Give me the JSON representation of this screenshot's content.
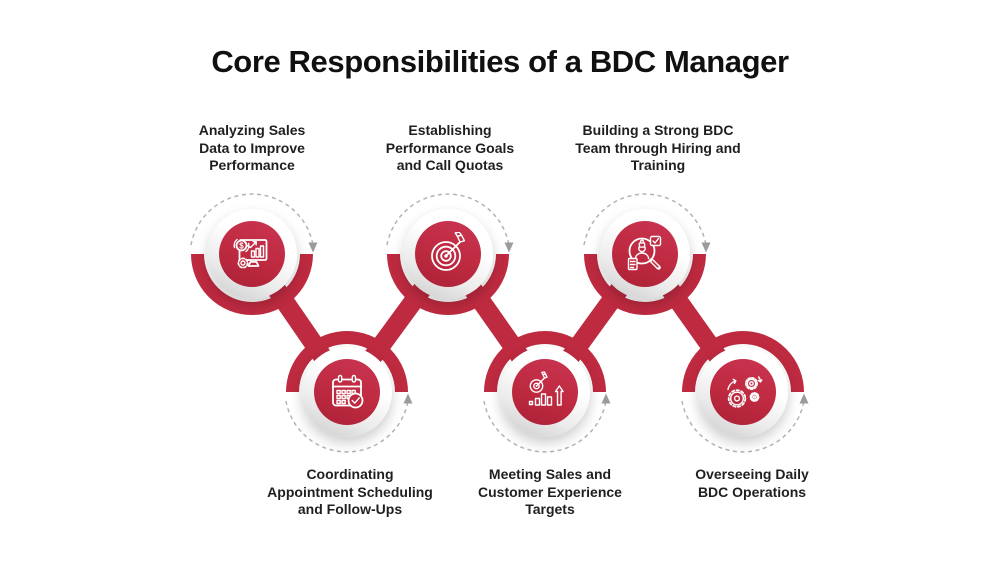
{
  "title": "Core Responsibilities of a BDC Manager",
  "colors": {
    "accent_red": "#BE2A40",
    "dashed_arc_gray": "#B3B3B3",
    "arrowhead_gray": "#9B9B9B",
    "text_dark": "#1F1F1F",
    "title_black": "#101010"
  },
  "nodes": [
    {
      "id": "analyzing-sales-data",
      "row": "top",
      "icon": "sales-analytics-monitor-icon",
      "lines": [
        "Analyzing Sales",
        "Data to Improve",
        "Performance"
      ]
    },
    {
      "id": "performance-goals",
      "row": "top",
      "icon": "target-dart-icon",
      "lines": [
        "Establishing",
        "Performance Goals",
        "and Call Quotas"
      ]
    },
    {
      "id": "team-hiring-training",
      "row": "top",
      "icon": "candidate-search-magnifier-icon",
      "lines": [
        "Building a Strong BDC",
        "Team through Hiring and",
        "Training"
      ]
    },
    {
      "id": "appointment-scheduling",
      "row": "bottom",
      "icon": "calendar-check-icon",
      "lines": [
        "Coordinating",
        "Appointment Scheduling",
        "and Follow-Ups"
      ]
    },
    {
      "id": "sales-experience-targets",
      "row": "bottom",
      "icon": "growth-target-bars-icon",
      "lines": [
        "Meeting Sales and",
        "Customer Experience",
        "Targets"
      ]
    },
    {
      "id": "daily-bdc-operations",
      "row": "bottom",
      "icon": "operations-gears-icon",
      "lines": [
        "Overseeing Daily",
        "BDC Operations"
      ]
    }
  ]
}
